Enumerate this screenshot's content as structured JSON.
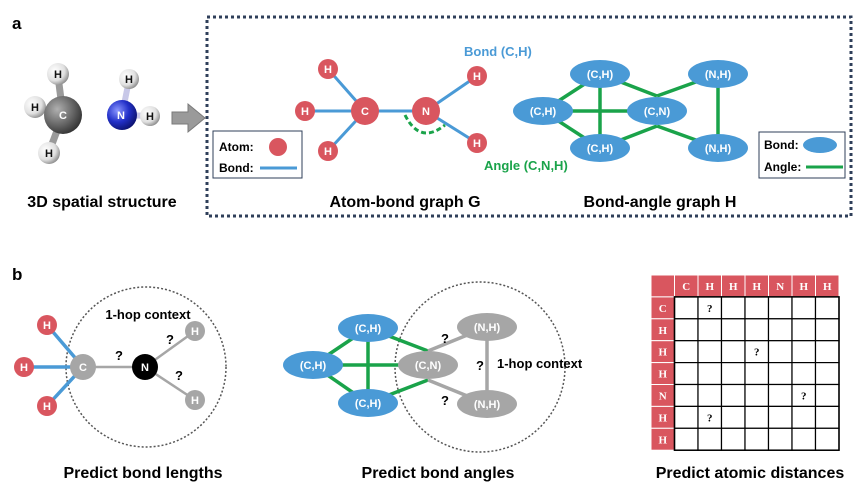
{
  "colors": {
    "atom": "#d9565f",
    "bond": "#4a9ad6",
    "angle": "#1aa34a",
    "bond_node": "#4a9ad6",
    "gray": "#a6a6a6",
    "target_atom": "#000000",
    "frame": "#2f3f5a",
    "table_header": "#d9565f",
    "carbon_3d": "#666666",
    "nitrogen_3d": "#2230c8",
    "hydrogen_3d": "#e8e8e8"
  },
  "panel_a": {
    "label": "a",
    "structure_3d": {
      "caption": "3D spatial structure",
      "atoms": [
        {
          "symbol": "C"
        },
        {
          "symbol": "N"
        },
        {
          "symbol": "H"
        },
        {
          "symbol": "H"
        },
        {
          "symbol": "H"
        },
        {
          "symbol": "H"
        },
        {
          "symbol": "H"
        }
      ]
    },
    "atom_bond_graph": {
      "caption": "Atom-bond graph G",
      "atoms": [
        "H",
        "H",
        "C",
        "H",
        "N",
        "H",
        "H"
      ],
      "bond_annotation": "Bond (C,H)",
      "angle_annotation": "Angle (C,N,H)",
      "legend": {
        "atom_label": "Atom:",
        "bond_label": "Bond:"
      }
    },
    "bond_angle_graph": {
      "caption": "Bond-angle graph H",
      "nodes": [
        "(C,H)",
        "(C,H)",
        "(C,N)",
        "(C,H)",
        "(N,H)",
        "(N,H)"
      ],
      "legend": {
        "bond_label": "Bond:",
        "angle_label": "Angle:"
      }
    }
  },
  "panel_b": {
    "label": "b",
    "bond_lengths": {
      "caption": "Predict bond lengths",
      "context_label": "1-hop context",
      "atoms": [
        "H",
        "H",
        "H",
        "C",
        "N",
        "H",
        "H"
      ],
      "unknown_marker": "?"
    },
    "bond_angles": {
      "caption": "Predict bond angles",
      "context_label": "1-hop context",
      "nodes": [
        "(C,H)",
        "(C,H)",
        "(C,H)",
        "(C,N)",
        "(N,H)",
        "(N,H)"
      ],
      "unknown_marker": "?"
    },
    "atomic_distances": {
      "caption": "Predict atomic distances",
      "columns": [
        "C",
        "H",
        "H",
        "H",
        "N",
        "H",
        "H"
      ],
      "rows": [
        "C",
        "H",
        "H",
        "H",
        "N",
        "H",
        "H"
      ],
      "unknown_marker": "?",
      "unknown_cells": [
        [
          0,
          1
        ],
        [
          2,
          3
        ],
        [
          4,
          5
        ],
        [
          5,
          1
        ]
      ]
    }
  }
}
